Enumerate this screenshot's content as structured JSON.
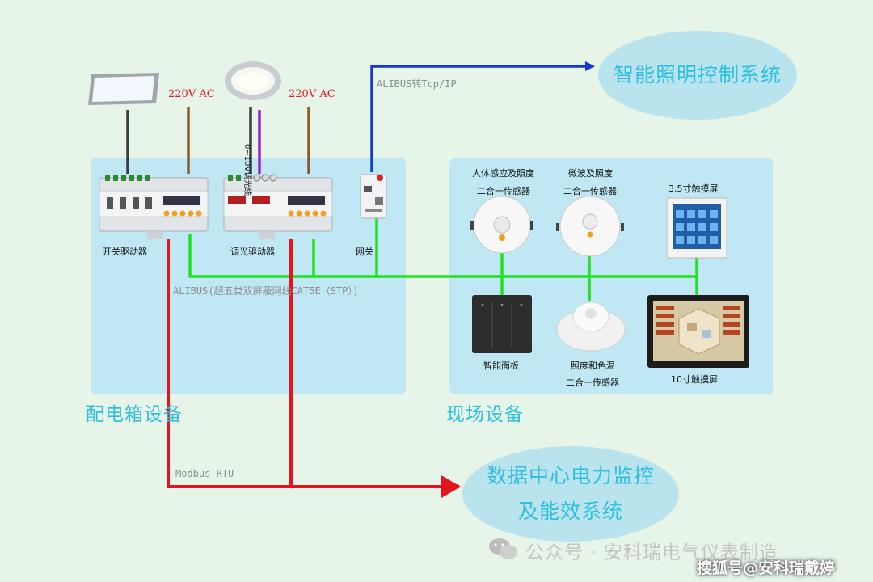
{
  "labels": {
    "ac_left": "220V AC",
    "ac_right": "220V AC",
    "dim_line": "0~10V调光线",
    "alibus_tcp": "ALIBUS转Tcp/IP",
    "switch_driver": "开关驱动器",
    "dim_driver": "调光驱动器",
    "gateway": "网关",
    "bus_alibus": "ALIBUS(超五类双屏蔽网线CAT5E（STP）)",
    "modbus": "Modbus RTU",
    "sensor1_line1": "人体感应及照度",
    "sensor1_line2": "二合一传感器",
    "sensor2_line1": "微波及照度",
    "sensor2_line2": "二合一传感器",
    "touch35": "3.5寸触摸屏",
    "panel": "智能面板",
    "sensor3_line1": "照度和色温",
    "sensor3_line2": "二合一传感器",
    "touch10": "10寸触摸屏",
    "box_title": "配电箱设备",
    "field_title": "现场设备",
    "lighting_system": "智能照明控制系统",
    "datacenter_line1": "数据中心电力监控",
    "datacenter_line2": "及能效系统",
    "watermark": "公众号 · 安科瑞电气仪表制造",
    "watermark2": "搜狐号@安科瑞戴婷"
  },
  "colors": {
    "green_bus": "#22e022",
    "red_modbus": "#e4141f",
    "blue_ip": "#1438d8",
    "purple_dim": "#a020c8",
    "brown_ac": "#8a5a2a",
    "grey_lamp": "#3c3c3c",
    "panel_bg": "#bfe8f4"
  }
}
